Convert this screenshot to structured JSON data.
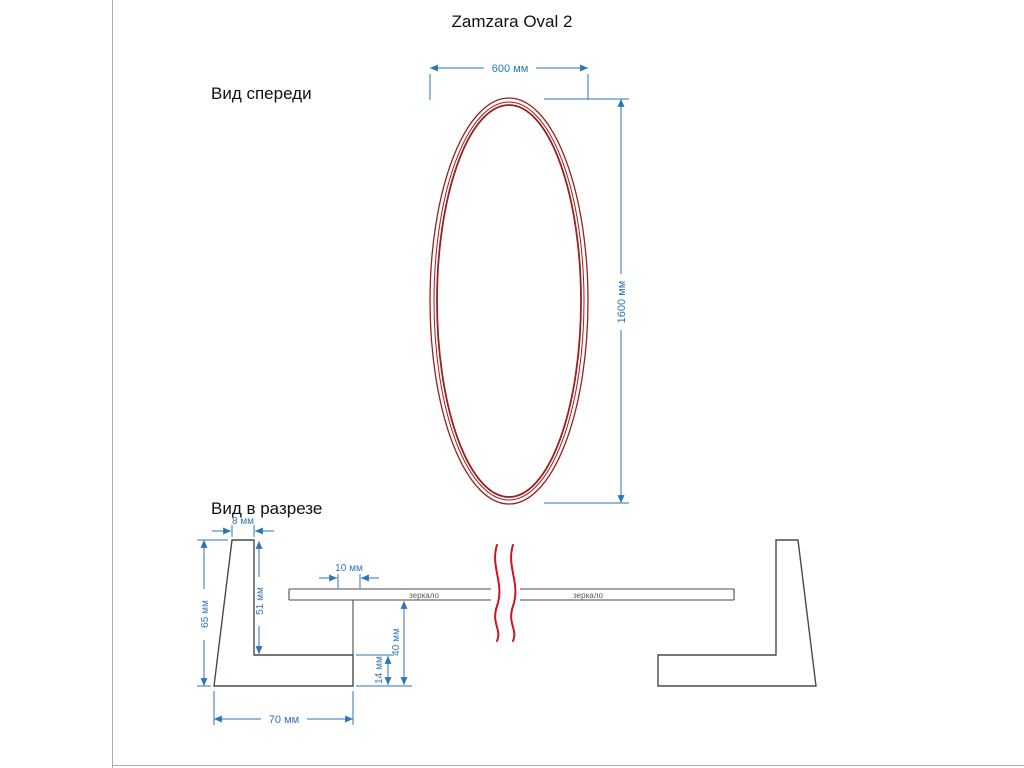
{
  "title": "Zamzara Oval 2",
  "views": {
    "front_label": "Вид спереди",
    "section_label": "Вид в разрезе"
  },
  "dimensions": {
    "oval_width": "600 мм",
    "oval_height": "1600 мм",
    "lip_width": "8 мм",
    "inner_depth": "51 мм",
    "frame_height": "65 мм",
    "mirror_inset": "10 мм",
    "back_depth": "40 мм",
    "flange_thickness": "14 мм",
    "frame_width": "70 мм"
  },
  "labels": {
    "mirror_left": "зеркало",
    "mirror_right": "зеркало"
  },
  "colors": {
    "dimension": "#2e75b6",
    "outline": "#4a4a4a",
    "oval": "#9c1f1f",
    "break": "#cc1520",
    "page_border": "#a9afb8",
    "text": "#111111",
    "mirror_label": "#5a5a5a"
  }
}
